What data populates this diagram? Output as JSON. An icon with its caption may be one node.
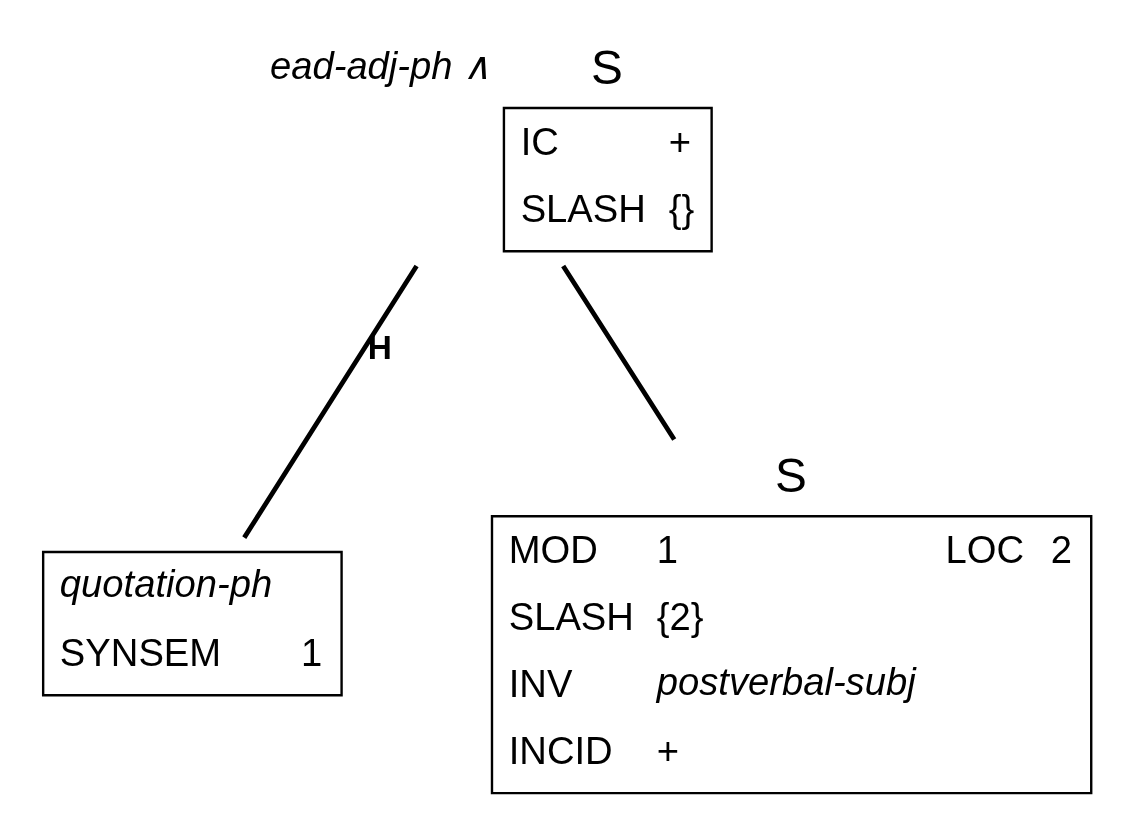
{
  "diagram": {
    "nodes": [
      {
        "text": [
          "S",
          "IC",
          "+",
          "SLASH",
          "{}"
        ],
        "beside": [
          "ead-adj-ph ∧"
        ]
      },
      {
        "text": [
          "quotation-ph",
          "SYNSEM",
          "1"
        ]
      },
      {
        "text": [
          "S",
          "MOD",
          "1",
          "LOC",
          "2",
          "SLASH",
          "{2}",
          "INV",
          "postverbal-subj",
          "INCID",
          "+"
        ]
      }
    ],
    "edges": [
      {
        "from": 0,
        "to": 1,
        "arrow": "none",
        "label": "H"
      },
      {
        "from": 0,
        "to": 2,
        "arrow": "none"
      }
    ]
  }
}
